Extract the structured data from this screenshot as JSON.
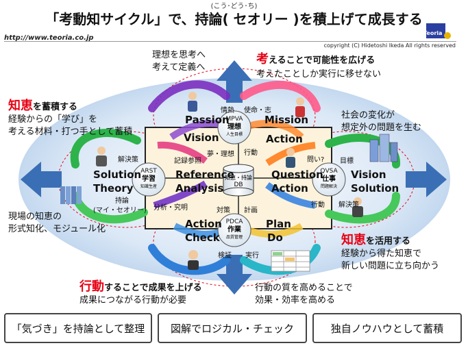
{
  "header": {
    "ruby": "(こう･どう･ち)",
    "title": "「考動知サイクル」で、持論( セオリー )を積上げて成長する",
    "url": "http://www.teoria.co.jp",
    "copyright": "copyright (C)  Hidetoshi  Ikeda All rights reserved",
    "logo_text": "Teoria"
  },
  "top_left_note": [
    "理想を思考へ",
    "考えて定義へ"
  ],
  "top_right": {
    "head_first": "考",
    "head_rest": "えることで可能性を広げる",
    "sub": "考えたことしか実行に移せない"
  },
  "left": {
    "head_first": "知恵",
    "head_rest": "を蓄積する",
    "lines": [
      "経験からの「学び」を",
      "考える材料・打つ手として蓄積"
    ]
  },
  "right_note": [
    "社会の変化が",
    "想定外の問題を生む"
  ],
  "bottom_left_note": [
    "現場の知恵の",
    "形式知化、モジュール化"
  ],
  "bottom_right": {
    "head_first": "知恵",
    "head_rest": "を活用する",
    "lines": [
      "経験から得た知恵で",
      "新しい問題に立ち向かう"
    ]
  },
  "bottom_center_left": {
    "head_first": "行動",
    "head_rest": "することで成果を上げる",
    "sub": "成果につながる行動が必要"
  },
  "bottom_center_right": [
    "行動の質を高めることで",
    "効果・効率を高める"
  ],
  "circles": {
    "top": {
      "code": "MPVA",
      "name": "理想",
      "sub": "人生目標"
    },
    "left": {
      "code": "ARST",
      "name": "学習",
      "sub": "知識生産"
    },
    "right": {
      "code": "QVSA",
      "name": "仕事",
      "sub": "問題解決"
    },
    "bottom": {
      "code": "PDCA",
      "name": "作業",
      "sub": "品質管理"
    }
  },
  "db": {
    "line1": "知恵・持論",
    "line2": "DB"
  },
  "cycle_labels": {
    "passion": "Passion",
    "mission": "Mission",
    "vision_top": "Vision",
    "action_top": "Action",
    "jonetsu": "情熱",
    "shimei": "使命・志",
    "yume": "夢・理想",
    "kodo": "行動",
    "solution_left": "Solution",
    "theory": "Theory",
    "reference": "Reference",
    "analysis": "Analysis",
    "kaiketsu_left": "解決策",
    "jiron": "持論",
    "my_theory": "(マイ・セオリー)",
    "kiroku": "記録参照",
    "bunseki": "分析・究明",
    "question": "Question",
    "action_right": "Action",
    "toi": "問い?",
    "koudou_right": "行動",
    "vision_right": "Vision",
    "solution_right": "Solution",
    "mokuhyo": "目標",
    "kaiketsu_right": "解決策",
    "action_bottom": "Action",
    "plan": "Plan",
    "check": "Check",
    "do": "Do",
    "taisaku": "対策",
    "keikaku": "計画",
    "kensho": "検証",
    "jikko": "実行"
  },
  "bottom_boxes": [
    "「気づき」を持論として整理",
    "図解でロジカル・チェック",
    "独自ノウハウとして蓄積"
  ],
  "colors": {
    "accent_red": "#e60012",
    "arrow_blue": "#3a6fb5",
    "ellipse": "#d7e6f5"
  }
}
